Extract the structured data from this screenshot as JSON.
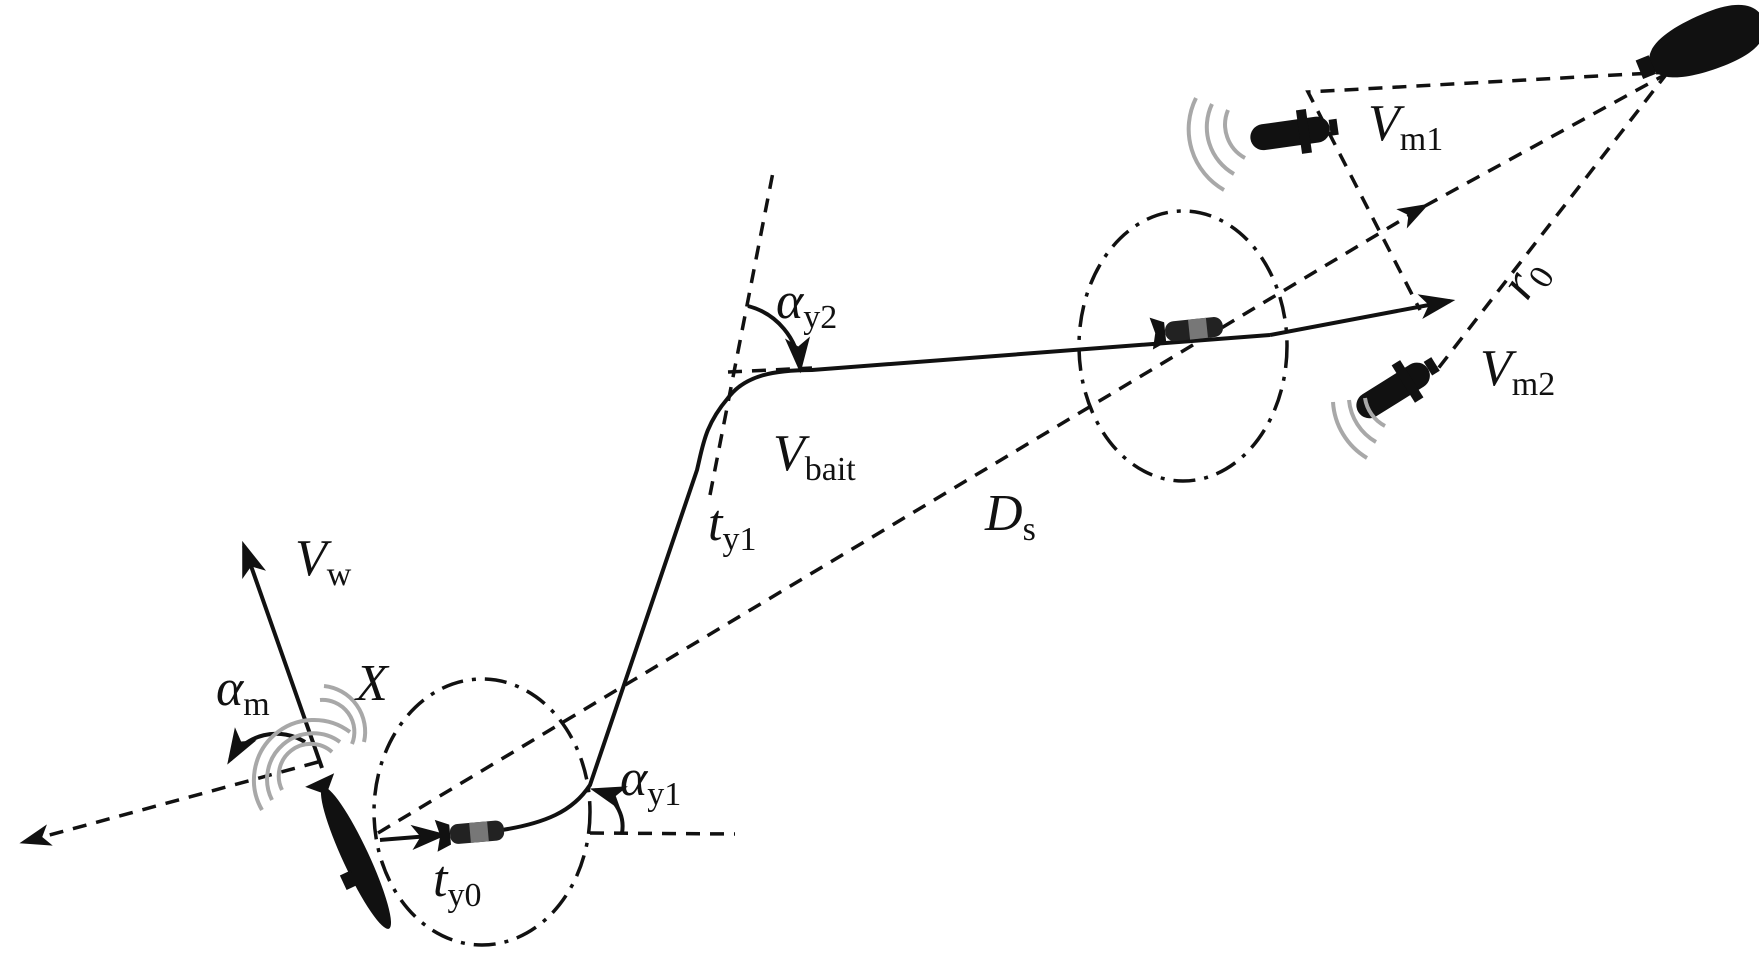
{
  "labels": {
    "V_w": {
      "main": "V",
      "sub": "w"
    },
    "alpha_m": {
      "main": "α",
      "sub": "m"
    },
    "X": {
      "main": "X",
      "sub": ""
    },
    "t_y0": {
      "main": "t",
      "sub": "y0"
    },
    "alpha_y1": {
      "main": "α",
      "sub": "y1"
    },
    "t_y1": {
      "main": "t",
      "sub": "y1"
    },
    "V_bait": {
      "main": "V",
      "sub": "bait"
    },
    "alpha_y2": {
      "main": "α",
      "sub": "y2"
    },
    "D_s": {
      "main": "D",
      "sub": "s"
    },
    "V_m1": {
      "main": "V",
      "sub": "m1"
    },
    "V_m2": {
      "main": "V",
      "sub": "m2"
    },
    "r_0": {
      "main": "r",
      "sub": "0"
    }
  },
  "icons": [
    "submarine-icon",
    "bait-torpedo-icon",
    "attacking-torpedo-icon",
    "surface-ship-icon",
    "sonar-wave-icon"
  ],
  "colors": {
    "line": "#111111",
    "sonar": "#a8a8a8"
  }
}
